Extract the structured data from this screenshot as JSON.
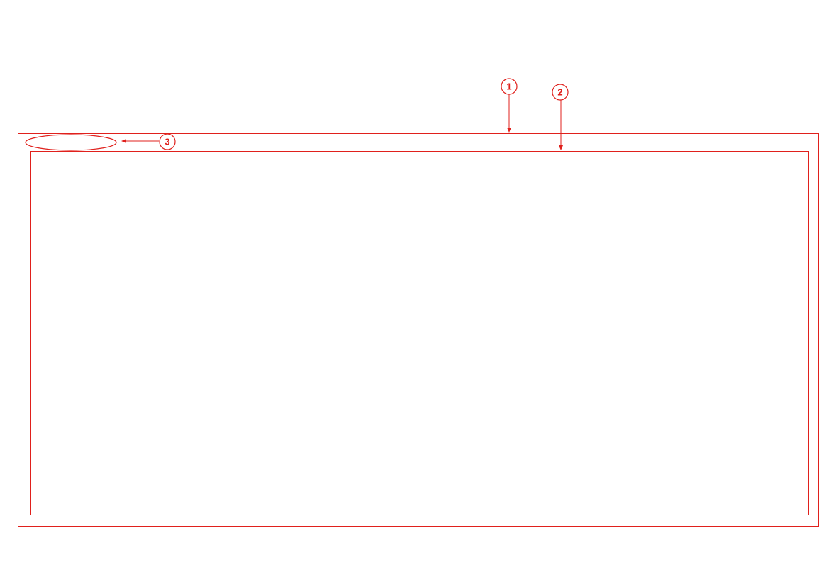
{
  "diagram": {
    "stroke_color": "#e0201c",
    "background": "#ffffff",
    "callouts": [
      {
        "id": "1",
        "label": "1",
        "target": "outer-frame"
      },
      {
        "id": "2",
        "label": "2",
        "target": "inner-frame"
      },
      {
        "id": "3",
        "label": "3",
        "target": "label-ellipse"
      }
    ]
  }
}
